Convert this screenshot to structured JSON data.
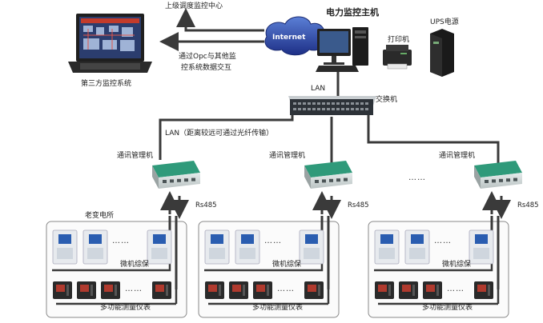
{
  "top": {
    "upper_dispatch": "上级调度监控中心",
    "internet": "Internet",
    "opc_line1": "通过Opc与其他监",
    "opc_line2": "控系统数据交互",
    "third_party": "第三方监控系统",
    "main_host": "电力监控主机",
    "printer": "打印机",
    "ups": "UPS电源",
    "lan": "LAN",
    "switch": "交换机",
    "lan_fiber": "LAN（距离较远可通过光纤传输）"
  },
  "substations": [
    {
      "comm_label": "通讯管理机",
      "rs485": "Rs485",
      "station_name": "老变电所",
      "protection": "微机综保",
      "meters": "多功能测量仪表",
      "dots_relay": "……",
      "dots_meter": "……"
    },
    {
      "comm_label": "通讯管理机",
      "rs485": "Rs485",
      "station_name": "",
      "protection": "微机综保",
      "meters": "多功能测量仪表",
      "dots_relay": "……",
      "dots_meter": "……"
    },
    {
      "comm_label": "通讯管理机",
      "rs485": "Rs485",
      "station_name": "",
      "protection": "微机综保",
      "meters": "多功能测量仪表",
      "dots_relay": "……",
      "dots_meter": "……"
    }
  ],
  "between_dots": "……",
  "colors": {
    "line": "#3a3a3a",
    "device_green": "#2f9a7a",
    "device_body": "#d8dcdc",
    "screen_blue": "#2a5db0",
    "cloud": "#2f4fae"
  }
}
